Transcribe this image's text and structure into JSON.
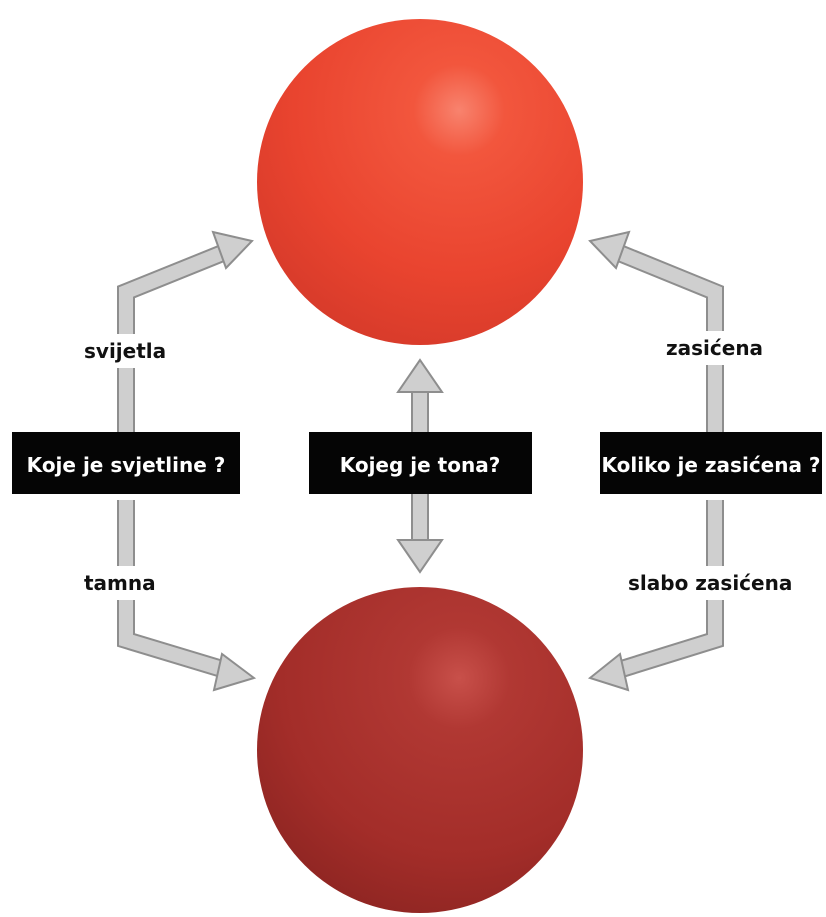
{
  "labels": {
    "light": "svijetla",
    "dark": "tamna",
    "saturated": "zasićena",
    "weakly_saturated": "slabo zasićena"
  },
  "questions": {
    "lightness": "Koje je svjetline ?",
    "hue": "Kojeg je tona?",
    "saturation": "Koliko je zasićena ?"
  },
  "colors": {
    "top_sphere": "#ee4b35",
    "bottom_sphere": "#a9302c",
    "arrow": "#cfcfcf",
    "box": "#050505"
  }
}
